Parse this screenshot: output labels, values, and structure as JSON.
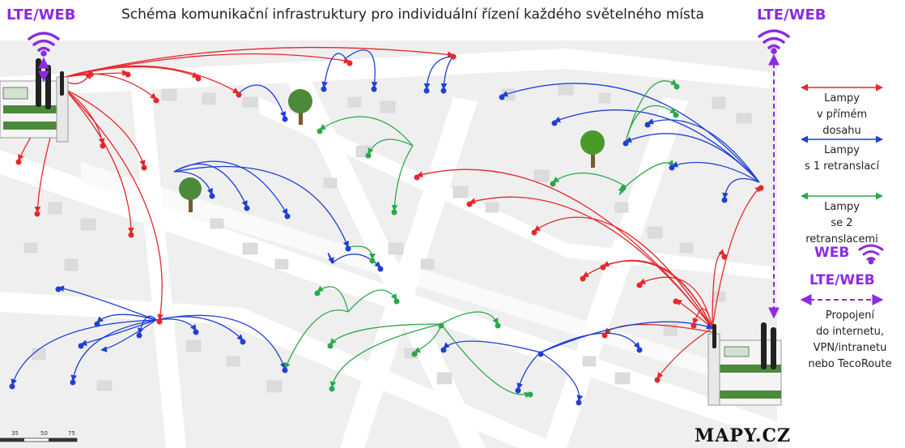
{
  "title": "Schéma komunikační infrastruktury pro individuální řízení každého světelného místa",
  "lte_left": "LTE/WEB",
  "lte_right": "LTE/WEB",
  "legend": {
    "direct": {
      "line1": "Lampy",
      "line2": "v přímém dosahu",
      "color": "#e8262b"
    },
    "relay1": {
      "line1": "Lampy",
      "line2": "s 1 retranslací",
      "color": "#1f3fd6"
    },
    "relay2": {
      "line1": "Lampy",
      "line2": "se 2 retranslacemi",
      "color": "#2aa84a"
    }
  },
  "web_label": "WEB",
  "lte_web_label": "LTE/WEB",
  "internet": {
    "line1": "Propojení",
    "line2": "do internetu,",
    "line3": "VPN/intranetu",
    "line4": "nebo TecoRoute"
  },
  "brand": "MAPY.CZ",
  "scale": {
    "a": "35",
    "b": "50",
    "c": "75"
  },
  "accent": "#8a2be2"
}
